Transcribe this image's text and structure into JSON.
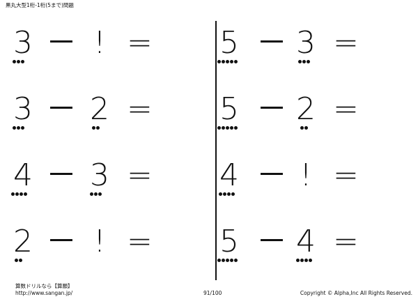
{
  "header": {
    "title": "黒丸大型1桁-1桁(5まで)問題"
  },
  "left_problems": [
    {
      "a": "3",
      "op": "－",
      "b": "!",
      "eq": "=",
      "a_dots": 3,
      "b_dots": 0
    },
    {
      "a": "3",
      "op": "－",
      "b": "2",
      "eq": "=",
      "a_dots": 3,
      "b_dots": 2
    },
    {
      "a": "4",
      "op": "－",
      "b": "3",
      "eq": "=",
      "a_dots": 4,
      "b_dots": 3
    },
    {
      "a": "2",
      "op": "－",
      "b": "!",
      "eq": "=",
      "a_dots": 2,
      "b_dots": 0
    }
  ],
  "right_problems": [
    {
      "a": "5",
      "op": "－",
      "b": "3",
      "eq": "=",
      "a_dots": 5,
      "b_dots": 3
    },
    {
      "a": "5",
      "op": "－",
      "b": "2",
      "eq": "=",
      "a_dots": 5,
      "b_dots": 2
    },
    {
      "a": "4",
      "op": "－",
      "b": "!",
      "eq": "=",
      "a_dots": 4,
      "b_dots": 0
    },
    {
      "a": "5",
      "op": "－",
      "b": "4",
      "eq": "=",
      "a_dots": 5,
      "b_dots": 4
    }
  ],
  "footer": {
    "site_name": "算数ドリルなら【算願】",
    "url": "http://www.sangan.jp/",
    "page": "91/100",
    "copyright": "Copyright © Alpha,Inc All Rights Reserved."
  }
}
